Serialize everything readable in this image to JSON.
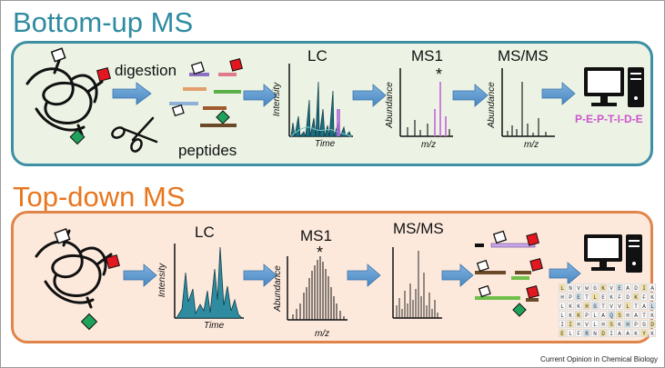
{
  "colors": {
    "bu_title": "#2f8ba0",
    "td_title": "#e8761f",
    "bu_panel_bg": "#ecf3e4",
    "bu_panel_border": "#3d8fa3",
    "td_panel_bg": "#fde9dc",
    "td_panel_border": "#e0854a",
    "arrow": "#5b9bd5",
    "peptide_text": "#cc55cc"
  },
  "bottom_up": {
    "title": "Bottom-up MS",
    "digestion_label": "digestion",
    "peptides_label": "peptides",
    "lc_label": "LC",
    "lc_ylabel": "Intensity",
    "lc_xlabel": "Time",
    "ms1_label": "MS1",
    "ms1_ylabel": "Abundance",
    "ms1_xlabel": "m/z",
    "msms_label": "MS/MS",
    "msms_ylabel": "Abundance",
    "msms_xlabel": "m/z",
    "peptide_sequence": "P-E-P-T-I-D-E",
    "star": "*"
  },
  "top_down": {
    "title": "Top-down MS",
    "lc_label": "LC",
    "lc_ylabel": "Intensity",
    "lc_xlabel": "Time",
    "ms1_label": "MS1",
    "ms1_ylabel": "Abundance",
    "ms1_xlabel": "m/z",
    "msms_label": "MS/MS",
    "star": "*",
    "sequence_rows": [
      "LNVWGKVEADIAGHG",
      "HPETLEKFDKFKHLK",
      "LKKHGTVVLTALGGI",
      "LKKPLAQSHATKHKIP",
      "IIHVLHSKHPGDFGA",
      "ELFRNDIAAKYKELG"
    ]
  },
  "icons": [
    "computer-icon",
    "scissors-icon",
    "protein-icon"
  ],
  "credit": "Current Opinion in Chemical Biology"
}
